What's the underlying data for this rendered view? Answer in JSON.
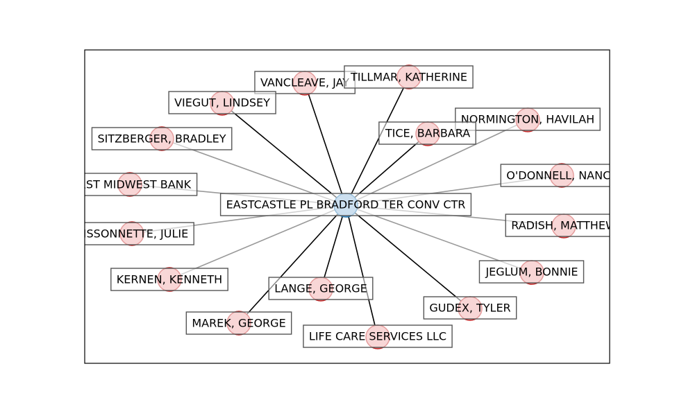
{
  "colors": {
    "hub_fill": "#8fb8dc",
    "hub_stroke": "#1f77b4",
    "peer_fill": "#f0a4a4",
    "peer_stroke": "#c42424",
    "edge_dark": "#000000",
    "edge_light": "#999999",
    "label_border": "#555555"
  },
  "hub": {
    "label": "EASTCASTLE PL BRADFORD TER CONV CTR"
  },
  "nodes": [
    {
      "id": "n1",
      "label": "VANCLEAVE, JAY"
    },
    {
      "id": "n2",
      "label": "TILLMAR, KATHERINE"
    },
    {
      "id": "n3",
      "label": "VIEGUT, LINDSEY"
    },
    {
      "id": "n4",
      "label": "NORMINGTON, HAVILAH"
    },
    {
      "id": "n5",
      "label": "TICE, BARBARA"
    },
    {
      "id": "n6",
      "label": "SITZBERGER, BRADLEY"
    },
    {
      "id": "n7",
      "label": "O'DONNELL, NANCY"
    },
    {
      "id": "n8",
      "label": "FIRST MIDWEST BANK"
    },
    {
      "id": "n9",
      "label": "RADISH, MATTHEW"
    },
    {
      "id": "n10",
      "label": "BISSONNETTE, JULIE"
    },
    {
      "id": "n11",
      "label": "JEGLUM, BONNIE"
    },
    {
      "id": "n12",
      "label": "KERNEN, KENNETH"
    },
    {
      "id": "n13",
      "label": "LANGE, GEORGE"
    },
    {
      "id": "n14",
      "label": "GUDEX, TYLER"
    },
    {
      "id": "n15",
      "label": "MAREK, GEORGE"
    },
    {
      "id": "n16",
      "label": "LIFE CARE SERVICES LLC"
    }
  ]
}
